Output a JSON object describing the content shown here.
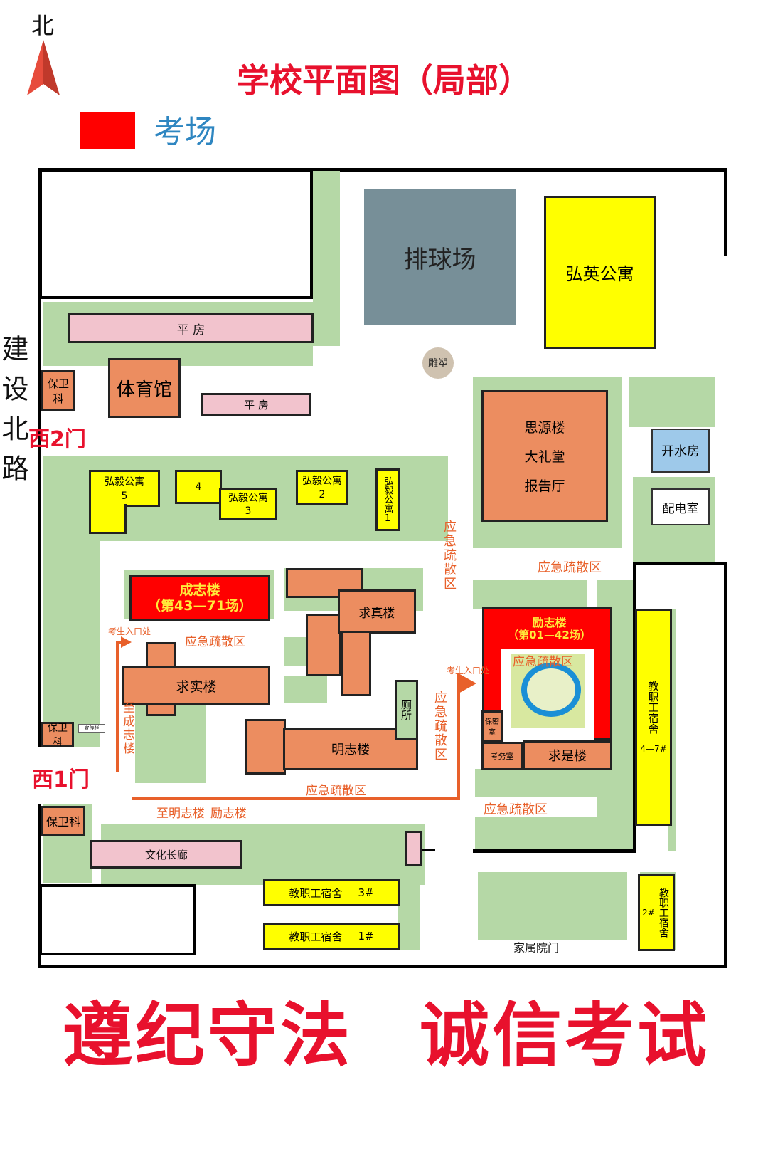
{
  "title": "学校平面图（局部）",
  "north_label": "北",
  "legend": {
    "exam_room": "考场",
    "swatch_color": "#ff0000"
  },
  "road": "建设北路",
  "gates": {
    "west2": "西2门",
    "west1": "西1门",
    "family_gate": "家属院门"
  },
  "buildings": {
    "pingfang": "平 房",
    "volleyball": "排球场",
    "hongying": "弘英公寓",
    "sculpture": "雕塑",
    "gym": "体育馆",
    "security": "保卫科",
    "siyuan_lines": [
      "思源楼",
      "大礼堂",
      "报告厅"
    ],
    "boiler": "开水房",
    "power": "配电室",
    "hongyi5_a": "弘毅公寓",
    "hongyi5_b": "5",
    "hongyi4": "4",
    "hongyi3_a": "弘毅公寓",
    "hongyi3_b": "3",
    "hongyi2_a": "弘毅公寓",
    "hongyi2_b": "2",
    "hongyi1": "弘毅公寓1",
    "chengzhi_name": "成志楼",
    "chengzhi_rooms": "（第43—71场）",
    "qiuzhen": "求真楼",
    "lizhi_name": "励志楼",
    "lizhi_rooms": "（第01—42场）",
    "qiushi": "求实楼",
    "toilet": "厕所",
    "mingzhi": "明志楼",
    "baomi": "保密室",
    "kaowu": "考务室",
    "qiushi2": "求是楼",
    "staff_4_7_a": "教职工宿舍",
    "staff_4_7_b": "4—7#",
    "board": "宣传栏",
    "culture": "文化长廊",
    "staff3_a": "教职工宿舍",
    "staff3_b": "3#",
    "staff1_a": "教职工宿舍",
    "staff1_b": "1#",
    "staff2_a": "2#",
    "staff2_b": "教职工宿舍"
  },
  "labels": {
    "evac": "应急疏散区",
    "entrance": "考生入口处",
    "to_chengzhi": "至成志楼",
    "to_mingzhi": "至明志楼",
    "to_lizhi": "励志楼"
  },
  "slogan_left": "遵纪守法",
  "slogan_right": "诚信考试",
  "colors": {
    "title": "#e8112d",
    "legend_text": "#2e86c1",
    "evac": "#e8602a",
    "exam": "#ff0000",
    "water": "#1a8fd6",
    "green": "#b5d8a6"
  }
}
